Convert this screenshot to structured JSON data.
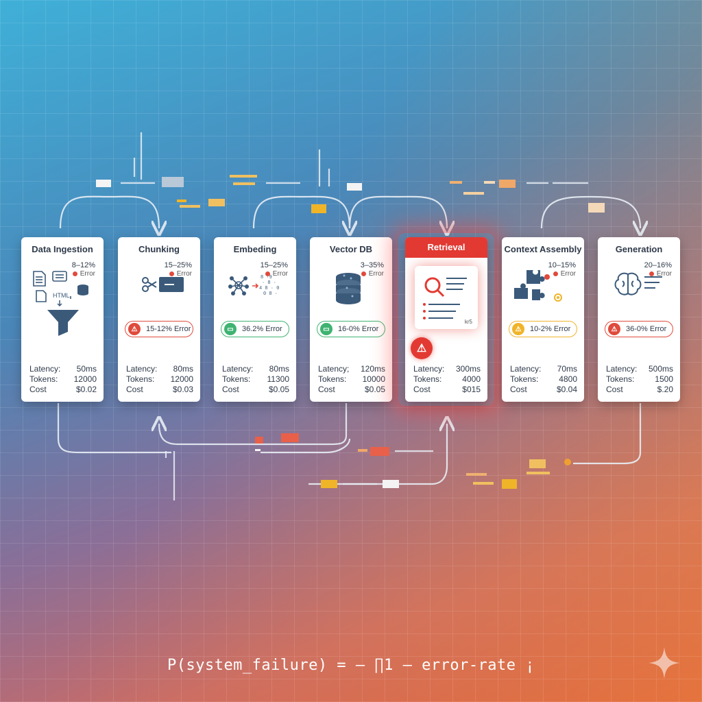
{
  "stages": [
    {
      "title": "Data Ingestion",
      "error_pct": "8–12%",
      "error_label": "Error",
      "latency_label": "Latency:",
      "latency": "50ms",
      "tokens_label": "Tokens:",
      "tokens": "12000",
      "cost_label": "Cost",
      "cost": "$0.02",
      "icon": "document-funnel-icon",
      "icon_text": "HTML"
    },
    {
      "title": "Chunking",
      "error_pct": "15–25%",
      "error_label": "Error",
      "badge": "15-12% Error",
      "badge_color": "red",
      "latency_label": "Latency:",
      "latency": "80ms",
      "tokens_label": "Tokens:",
      "tokens": "12000",
      "cost_label": "Cost",
      "cost": "$0.03",
      "icon": "scissors-icon"
    },
    {
      "title": "Embeding",
      "error_pct": "15–25%",
      "error_label": "Error",
      "badge": "36.2% Error",
      "badge_color": "green",
      "latency_label": "Latency:",
      "latency": "80ms",
      "tokens_label": "Tokens:",
      "tokens": "11300",
      "cost_label": "Cost",
      "cost": "$0.05",
      "icon": "network-nodes-icon"
    },
    {
      "title": "Vector DB",
      "error_pct": "3–35%",
      "error_label": "Error",
      "badge": "16-0% Error",
      "badge_color": "green",
      "latency_label": "Latency;",
      "latency": "120ms",
      "tokens_label": "Tokens:",
      "tokens": "10000",
      "cost_label": "Cost",
      "cost": "$0.05",
      "icon": "database-icon"
    },
    {
      "title": "Retrieval",
      "latency_label": "Latency:",
      "latency": "300ms",
      "tokens_label": "Tokens:",
      "tokens": "4000",
      "cost_label": "Cost",
      "cost": "$015",
      "icon": "search-document-icon",
      "icon_text": "kr5",
      "highlight": true
    },
    {
      "title": "Context Assembly",
      "error_pct": "10–15%",
      "error_label": "Error",
      "badge": "10-2% Error",
      "badge_color": "yellow",
      "latency_label": "Latency:",
      "latency": "70ms",
      "tokens_label": "Tokens:",
      "tokens": "4800",
      "cost_label": "Cost",
      "cost": "$0.04",
      "icon": "puzzle-icon"
    },
    {
      "title": "Generation",
      "error_pct": "20–16%",
      "error_label": "Error",
      "badge": "36-0% Error",
      "badge_color": "red",
      "latency_label": "Latency:",
      "latency": "500ms",
      "tokens_label": "Tokens:",
      "tokens": "1500",
      "cost_label": "Cost",
      "cost": "$.20",
      "icon": "brain-icon"
    }
  ],
  "formula": "P(system_failure) = – ∏1 – error-rate ¡",
  "colors": {
    "accent_red": "#e23a33",
    "accent_green": "#3fb371",
    "accent_yellow": "#f0b429",
    "text_dark": "#2f3a4a"
  }
}
